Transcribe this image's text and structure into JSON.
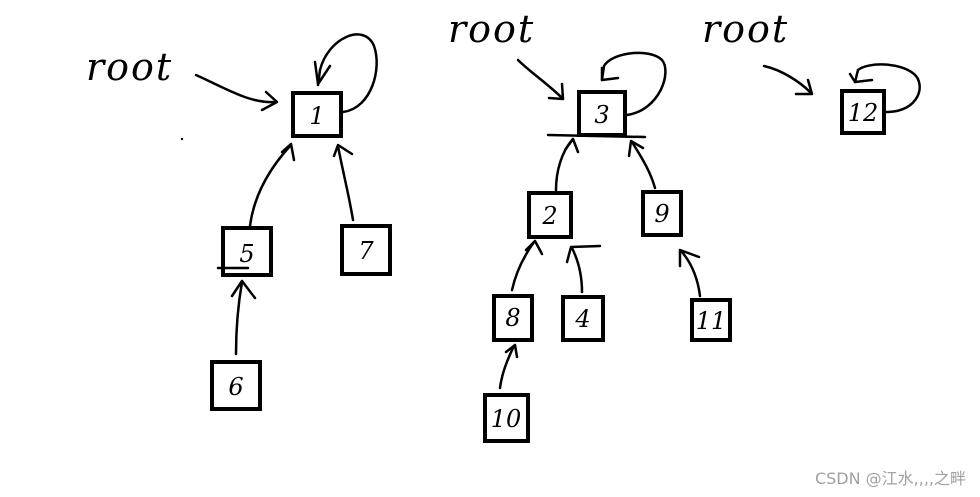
{
  "trees": [
    {
      "root_label": "root",
      "nodes": [
        "1",
        "5",
        "7",
        "6"
      ]
    },
    {
      "root_label": "root",
      "nodes": [
        "3",
        "2",
        "9",
        "8",
        "4",
        "11",
        "10"
      ]
    },
    {
      "root_label": "root",
      "nodes": [
        "12"
      ]
    }
  ],
  "watermark": "CSDN @江水,,,,之畔"
}
